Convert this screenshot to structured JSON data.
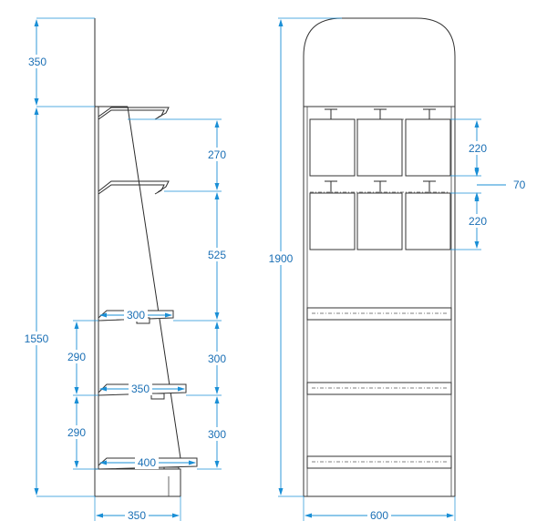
{
  "side_view": {
    "dims": {
      "header_height": "350",
      "total_height": "1550",
      "gap_top_hooks": "270",
      "gap_hook_to_shelf": "525",
      "gap_shelf1_shelf2": "300",
      "gap_shelf2_shelf3": "300",
      "left_gap_1": "290",
      "left_gap_2": "290",
      "depth_shelf1": "300",
      "depth_shelf2": "350",
      "depth_shelf3": "400",
      "base_width": "350"
    }
  },
  "front_view": {
    "dims": {
      "total_height": "1900",
      "card_height_1": "220",
      "card_gap": "70",
      "card_height_2": "220",
      "width": "600"
    }
  }
}
